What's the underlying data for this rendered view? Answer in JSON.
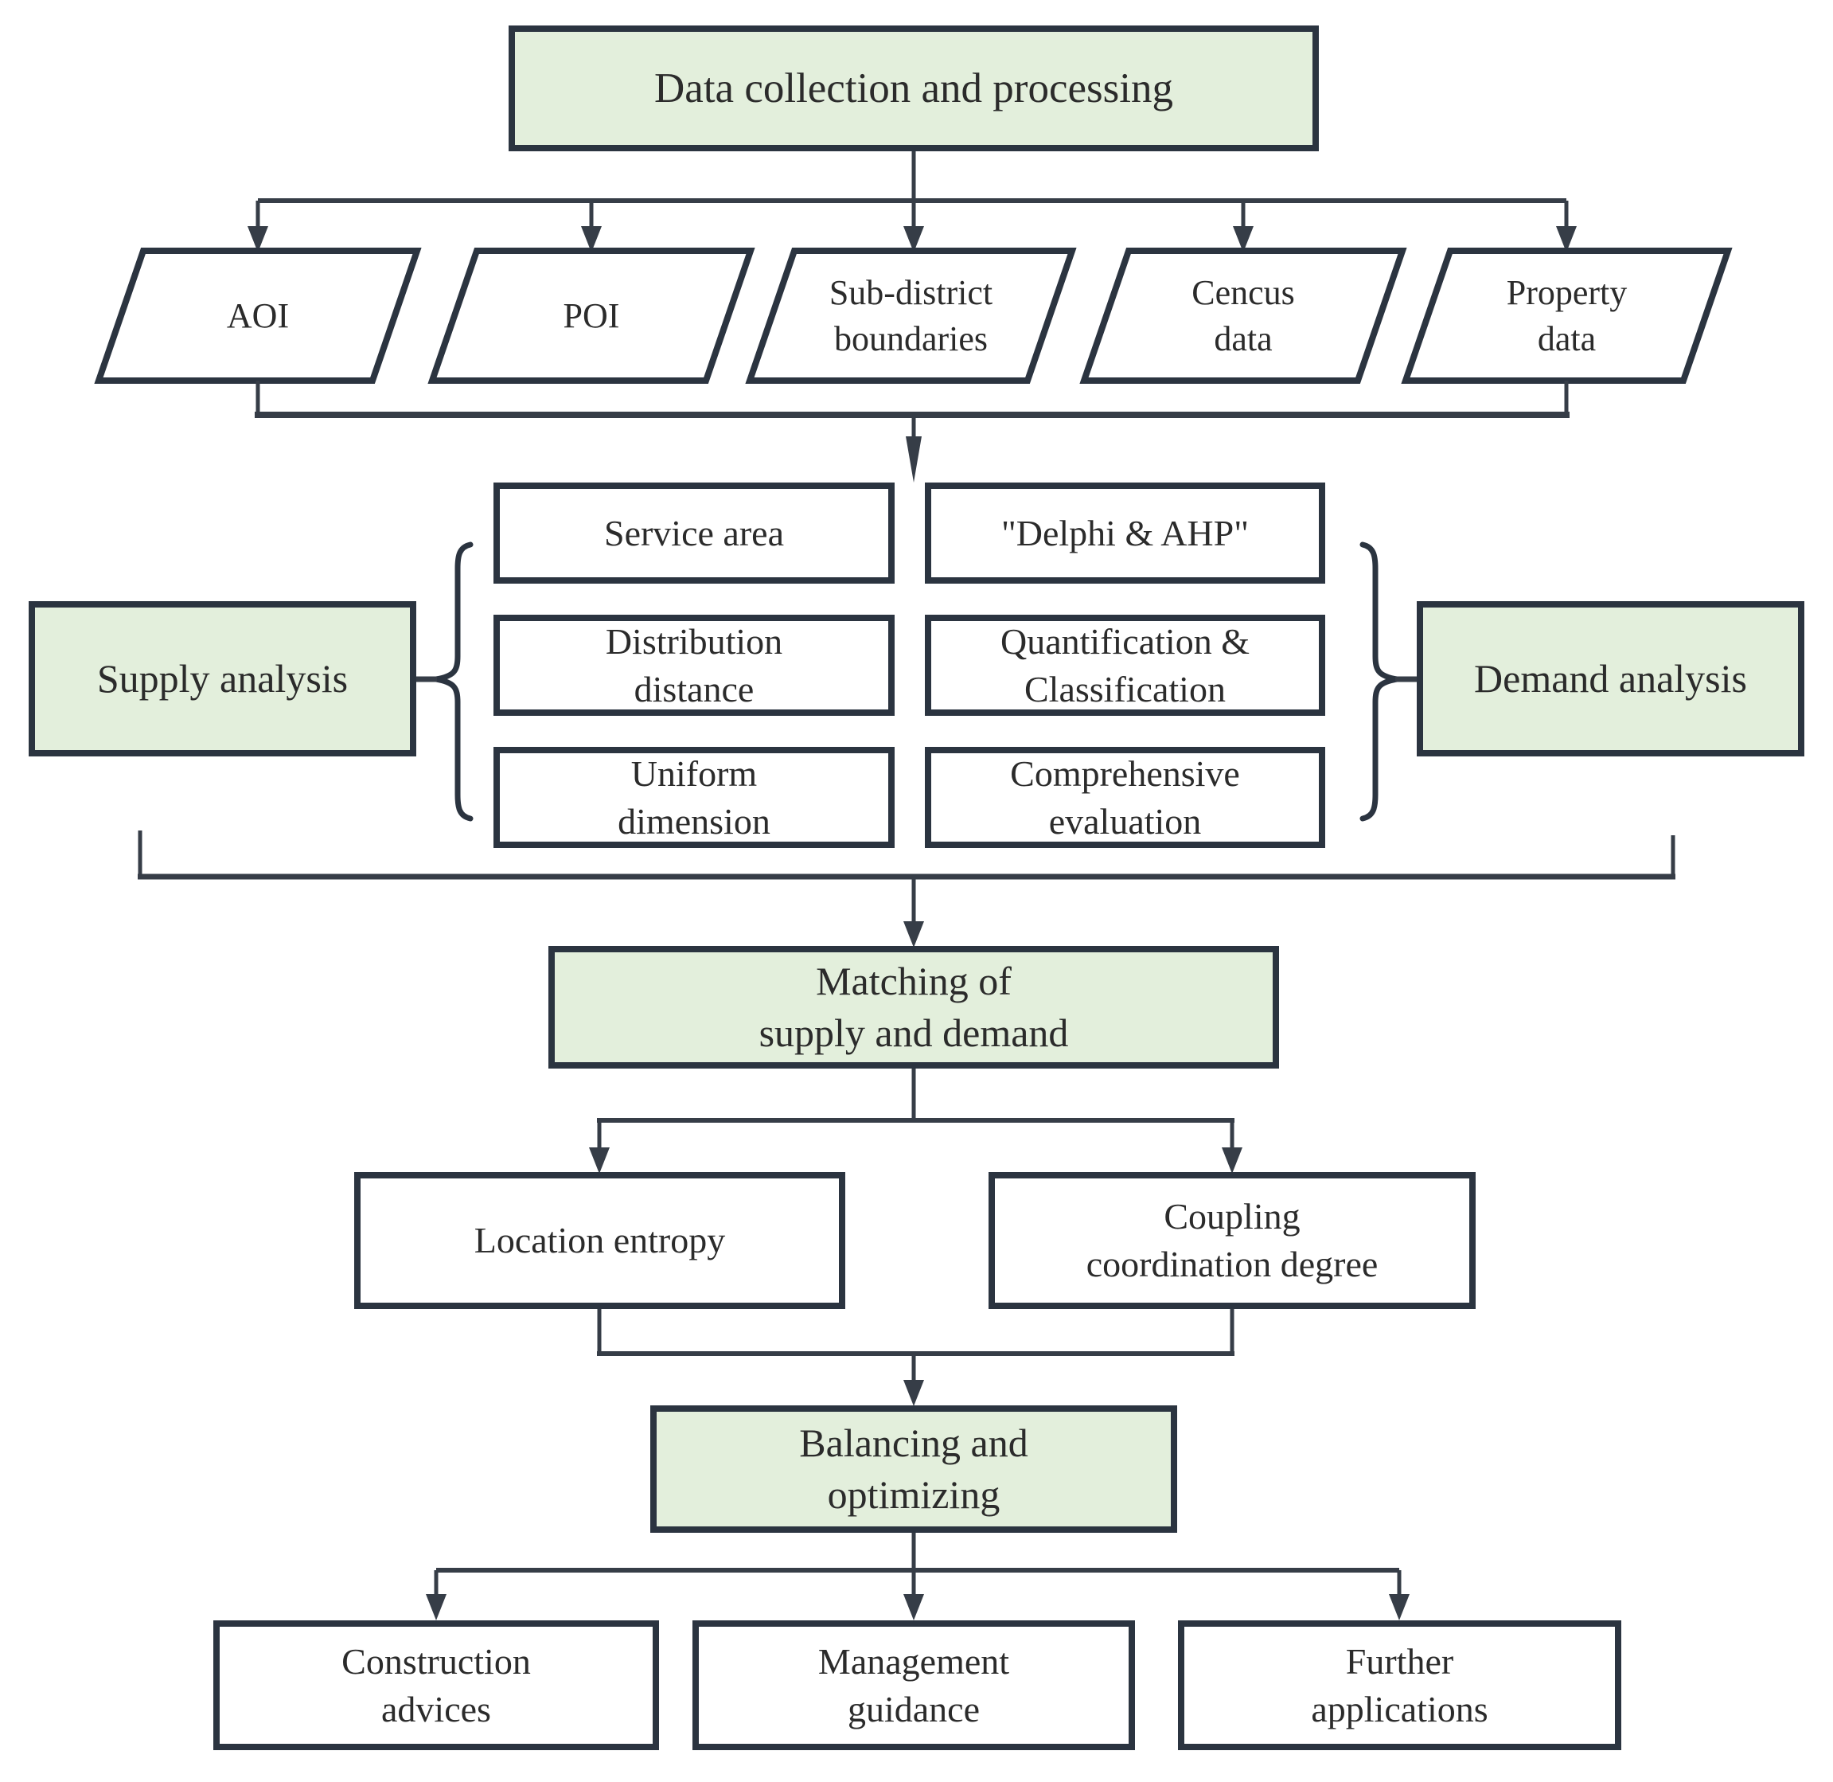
{
  "flow": {
    "title": "Data collection and processing",
    "sources": [
      {
        "label": "AOI"
      },
      {
        "label": "POI"
      },
      {
        "label": "Sub-district\nboundaries"
      },
      {
        "label": "Cencus\ndata"
      },
      {
        "label": "Property\ndata"
      }
    ],
    "supply": {
      "label": "Supply analysis",
      "methods": [
        "Service area",
        "Distribution\ndistance",
        "Uniform\ndimension"
      ]
    },
    "demand": {
      "label": "Demand analysis",
      "methods": [
        "\"Delphi & AHP\"",
        "Quantification &\nClassification",
        "Comprehensive\nevaluation"
      ]
    },
    "matching": {
      "label": "Matching of\nsupply and demand",
      "indicators": [
        {
          "label": "Location entropy"
        },
        {
          "label": "Coupling\ncoordination degree"
        }
      ]
    },
    "balancing": {
      "label": "Balancing and\noptimizing",
      "outcomes": [
        {
          "label": "Construction\nadvices"
        },
        {
          "label": "Management\nguidance"
        },
        {
          "label": "Further\napplications"
        }
      ]
    }
  },
  "colors": {
    "box_fill_green": "#e3efdc",
    "box_fill_white": "#ffffff",
    "border": "#2b3440",
    "connector": "#363d47",
    "text": "#2b2b2b",
    "background": "#ffffff"
  }
}
